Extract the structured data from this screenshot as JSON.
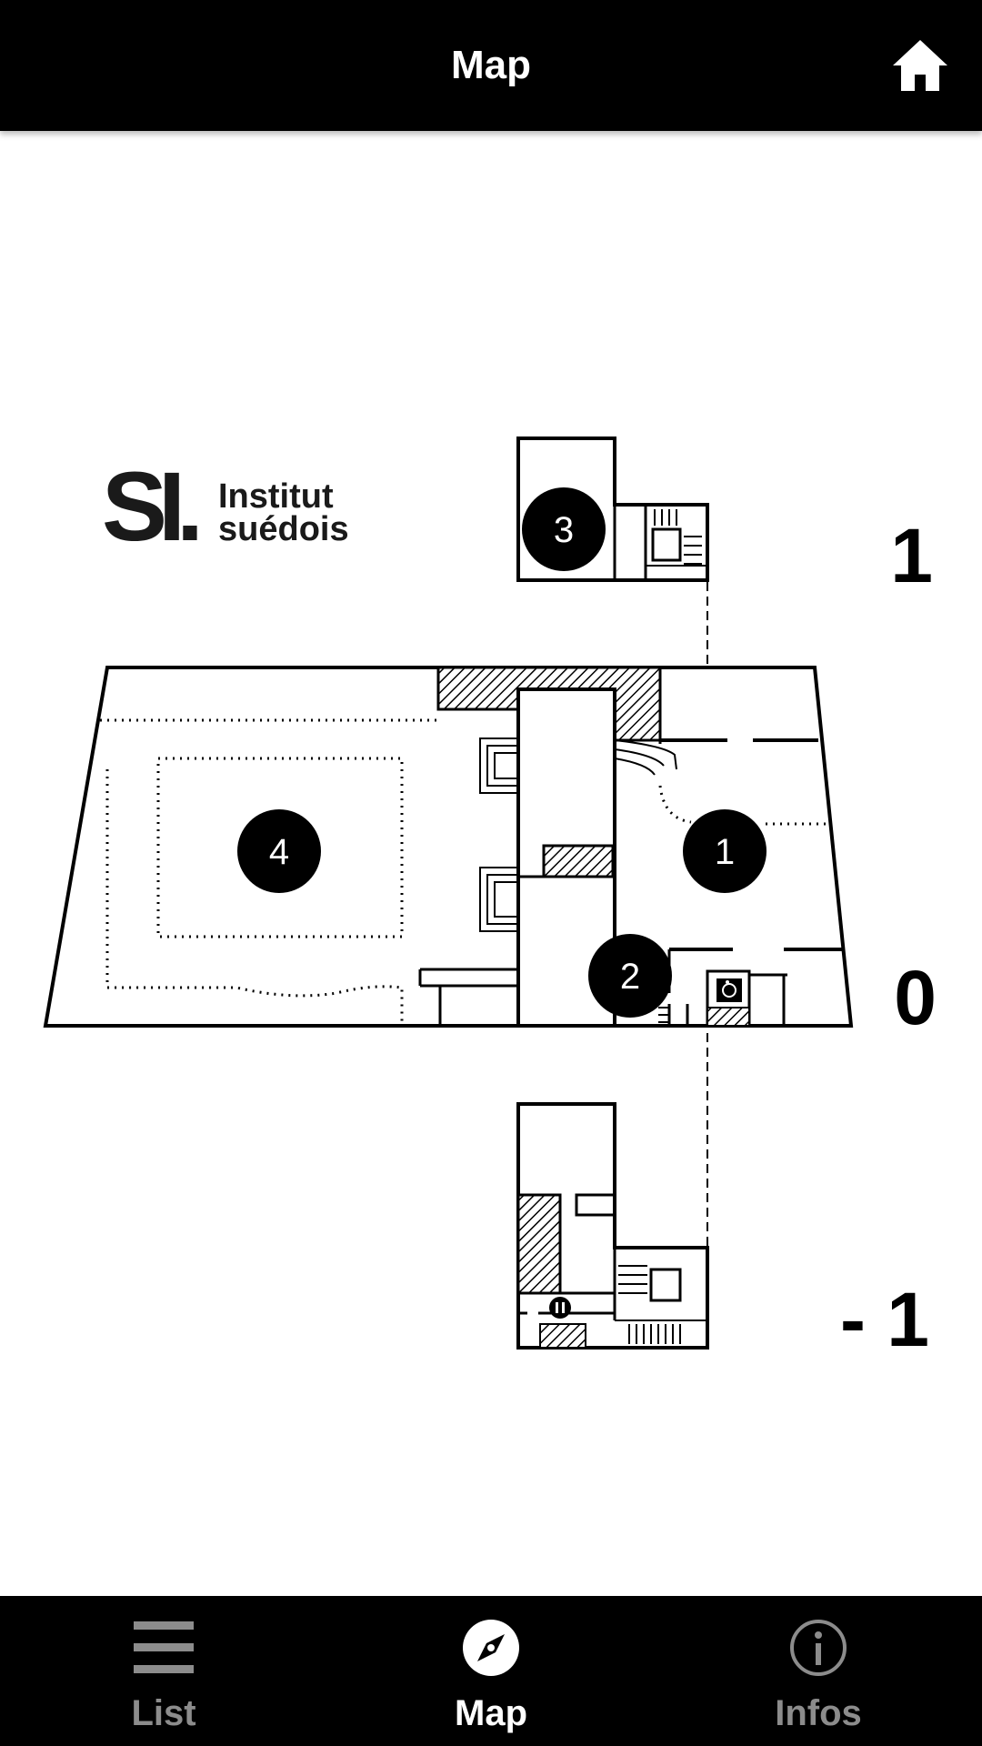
{
  "header": {
    "title": "Map",
    "home_icon": "home-icon"
  },
  "map": {
    "logo": {
      "mark": "SI.",
      "line1": "Institut",
      "line2": "suédois"
    },
    "floors": [
      {
        "label": "1"
      },
      {
        "label": "0"
      },
      {
        "label": "- 1"
      }
    ],
    "markers": [
      {
        "number": "1"
      },
      {
        "number": "2"
      },
      {
        "number": "3"
      },
      {
        "number": "4"
      }
    ],
    "icons": [
      "wheelchair-icon",
      "restroom-icon",
      "stairs-icon",
      "elevator-icon"
    ]
  },
  "tabs": [
    {
      "label": "List",
      "icon": "list-icon",
      "active": false
    },
    {
      "label": "Map",
      "icon": "compass-icon",
      "active": true
    },
    {
      "label": "Infos",
      "icon": "info-icon",
      "active": false
    }
  ],
  "colors": {
    "bar_background": "#000000",
    "active_tab": "#ffffff",
    "inactive_tab": "#8c8c8c",
    "map_ink": "#000000"
  }
}
